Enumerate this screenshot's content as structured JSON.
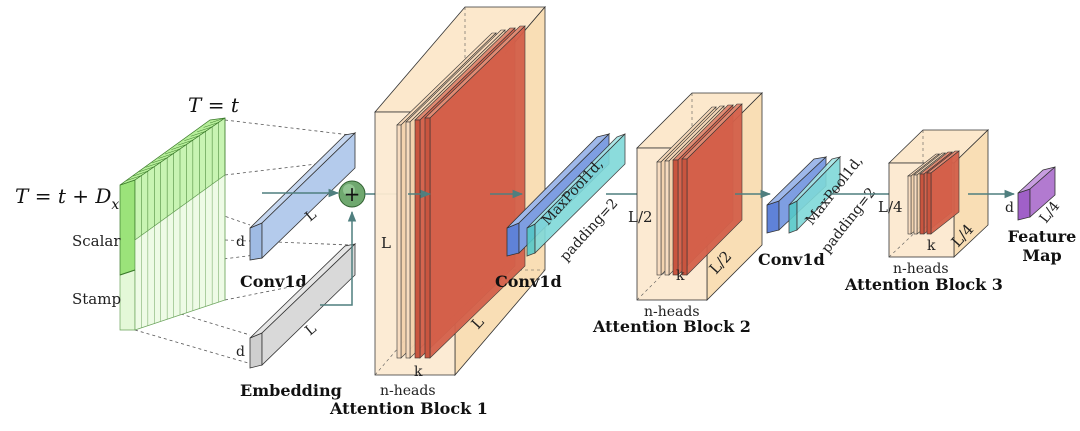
{
  "input": {
    "t_top": "T = t",
    "t_bottom": "T = t + D",
    "t_bottom_sub": "x",
    "scalar_label": "Scalar",
    "stamp_label": "Stamp"
  },
  "conv_input": {
    "label": "Conv1d",
    "d": "d",
    "L": "L"
  },
  "embedding": {
    "label": "Embedding",
    "d": "d",
    "L": "L"
  },
  "plus_symbol": "+",
  "block1": {
    "title": "Attention Block 1",
    "heads": "n-heads",
    "k": "k",
    "L_side": "L",
    "L_depth": "L"
  },
  "conv1": {
    "label": "Conv1d",
    "pool_line1": "MaxPool1d,",
    "pool_line2": "padding=2"
  },
  "block2": {
    "title": "Attention Block 2",
    "heads": "n-heads",
    "k": "k",
    "L_side": "L/2",
    "L_depth": "L/2"
  },
  "conv2": {
    "label": "Conv1d",
    "pool_line1": "MaxPool1d,",
    "pool_line2": "padding=2"
  },
  "block3": {
    "title": "Attention Block 3",
    "heads": "n-heads",
    "k": "k",
    "L_side": "L/4",
    "L_depth": "L/4"
  },
  "feature": {
    "line1": "Feature",
    "line2": "Map",
    "d": "d",
    "L": "L/4"
  },
  "colors": {
    "green": "#9be37a",
    "blue": "#aac4e8",
    "gray": "#d9d9d9",
    "cream": "#fbe6c6",
    "red": "#d4604a",
    "cyan": "#6fd3d3",
    "purple": "#b27ad0",
    "arrow": "#4f7f7f",
    "plus": "#6fa86f"
  }
}
